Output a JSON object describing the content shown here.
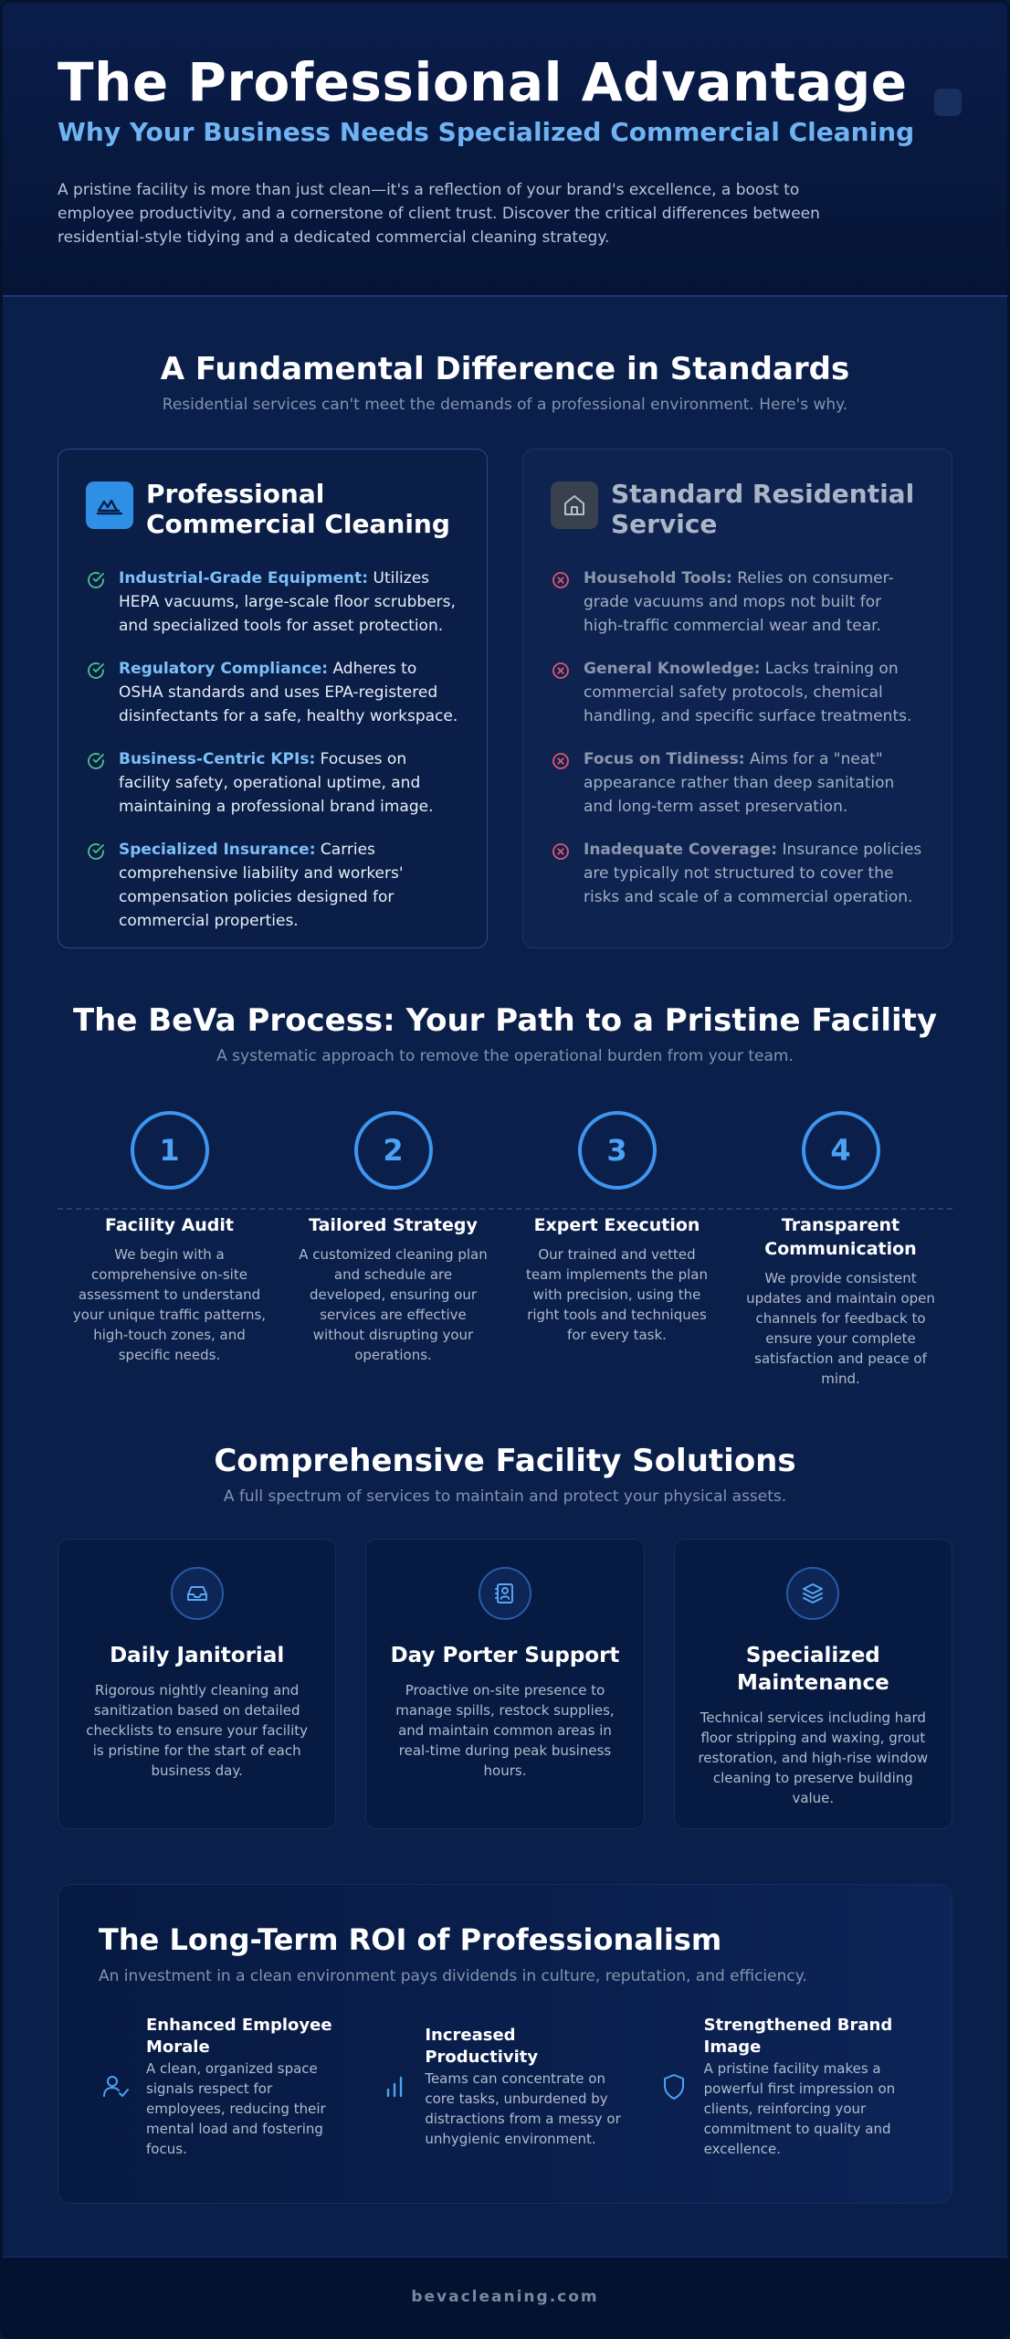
{
  "hero": {
    "title": "The Professional Advantage",
    "subtitle": "Why Your Business Needs Specialized Commercial Cleaning",
    "description": "A pristine facility is more than just clean—it's a reflection of your brand's excellence, a boost to employee productivity, and a cornerstone of client trust. Discover the critical differences between residential-style tidying and a dedicated commercial cleaning strategy."
  },
  "comparison": {
    "title": "A Fundamental Difference in Standards",
    "subtitle": "Residential services can't meet the demands of a professional environment. Here's why.",
    "professional": {
      "title": "Professional Commercial Cleaning",
      "icon": "mop-bucket-icon",
      "items": [
        {
          "label": "Industrial-Grade Equipment:",
          "text": " Utilizes HEPA vacuums, large-scale floor scrubbers, and specialized tools for asset protection."
        },
        {
          "label": "Regulatory Compliance:",
          "text": " Adheres to OSHA standards and uses EPA-registered disinfectants for a safe, healthy workspace."
        },
        {
          "label": "Business-Centric KPIs:",
          "text": " Focuses on facility safety, operational uptime, and maintaining a professional brand image."
        },
        {
          "label": "Specialized Insurance:",
          "text": " Carries comprehensive liability and workers' compensation policies designed for commercial properties."
        }
      ]
    },
    "residential": {
      "title": "Standard Residential Service",
      "icon": "house-icon",
      "items": [
        {
          "label": "Household Tools:",
          "text": " Relies on consumer-grade vacuums and mops not built for high-traffic commercial wear and tear."
        },
        {
          "label": "General Knowledge:",
          "text": " Lacks training on commercial safety protocols, chemical handling, and specific surface treatments."
        },
        {
          "label": "Focus on Tidiness:",
          "text": " Aims for a \"neat\" appearance rather than deep sanitation and long-term asset preservation."
        },
        {
          "label": "Inadequate Coverage:",
          "text": " Insurance policies are typically not structured to cover the risks and scale of a commercial operation."
        }
      ]
    }
  },
  "process": {
    "title": "The BeVa Process: Your Path to a Pristine Facility",
    "subtitle": "A systematic approach to remove the operational burden from your team.",
    "steps": [
      {
        "number": "1",
        "title": "Facility Audit",
        "desc": "We begin with a comprehensive on-site assessment to understand your unique traffic patterns, high-touch zones, and specific needs."
      },
      {
        "number": "2",
        "title": "Tailored Strategy",
        "desc": "A customized cleaning plan and schedule are developed, ensuring our services are effective without disrupting your operations."
      },
      {
        "number": "3",
        "title": "Expert Execution",
        "desc": "Our trained and vetted team implements the plan with precision, using the right tools and techniques for every task."
      },
      {
        "number": "4",
        "title": "Transparent Communication",
        "desc": "We provide consistent updates and maintain open channels for feedback to ensure your complete satisfaction and peace of mind."
      }
    ]
  },
  "services": {
    "title": "Comprehensive Facility Solutions",
    "subtitle": "A full spectrum of services to maintain and protect your physical assets.",
    "cards": [
      {
        "icon": "inbox-tray-icon",
        "title": "Daily Janitorial",
        "desc": "Rigorous nightly cleaning and sanitization based on detailed checklists to ensure your facility is pristine for the start of each business day."
      },
      {
        "icon": "contact-person-icon",
        "title": "Day Porter Support",
        "desc": "Proactive on-site presence to manage spills, restock supplies, and maintain common areas in real-time during peak business hours."
      },
      {
        "icon": "layers-icon",
        "title": "Specialized Maintenance",
        "desc": "Technical services including hard floor stripping and waxing, grout restoration, and high-rise window cleaning to preserve building value."
      }
    ]
  },
  "roi": {
    "title": "The Long-Term ROI of Professionalism",
    "subtitle": "An investment in a clean environment pays dividends in culture, reputation, and efficiency.",
    "items": [
      {
        "icon": "user-check-icon",
        "title": "Enhanced Employee Morale",
        "desc": "A clean, organized space signals respect for employees, reducing their mental load and fostering focus."
      },
      {
        "icon": "bar-chart-icon",
        "title": "Increased Productivity",
        "desc": "Teams can concentrate on core tasks, unburdened by distractions from a messy or unhygienic environment."
      },
      {
        "icon": "shield-icon",
        "title": "Strengthened Brand Image",
        "desc": "A pristine facility makes a powerful first impression on clients, reinforcing your commitment to quality and excellence."
      }
    ]
  },
  "footer": {
    "text": "bevacleaning.com"
  },
  "colors": {
    "background": "#0b1f4b",
    "accent": "#3d96ef",
    "check": "#4cc38a",
    "cross": "#e0566b"
  }
}
